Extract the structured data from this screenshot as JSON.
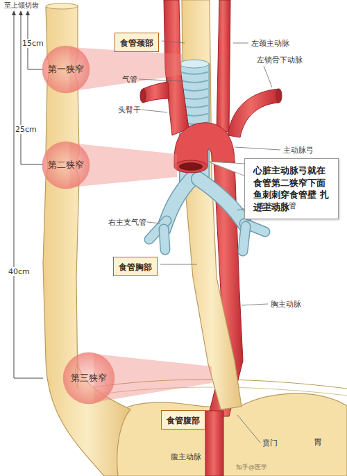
{
  "diagram": {
    "nodes": [
      {
        "text": [
          "第一狭窄"
        ]
      },
      {
        "text": [
          "食管颈部"
        ]
      },
      {
        "text": [
          "第二狭窄"
        ]
      },
      {
        "text": [
          "心脏主动脉弓就在 食管第二狭窄下面 鱼刺刺穿食管壁 扎进主动脉"
        ]
      },
      {
        "text": [
          "食管胸部"
        ]
      },
      {
        "text": [
          "第三狭窄"
        ]
      },
      {
        "text": [
          "食管腹部"
        ]
      }
    ],
    "labels": [
      "至上颌切齿",
      "15cm",
      "25cm",
      "40cm",
      "左颈主动脉",
      "左锁骨下动脉",
      "气管",
      "头臂干",
      "主动脉弓",
      "右主支气管",
      "左主支气管",
      "胸主动脉",
      "贲门",
      "腹主动脉",
      "胃",
      "知乎@医学"
    ]
  }
}
